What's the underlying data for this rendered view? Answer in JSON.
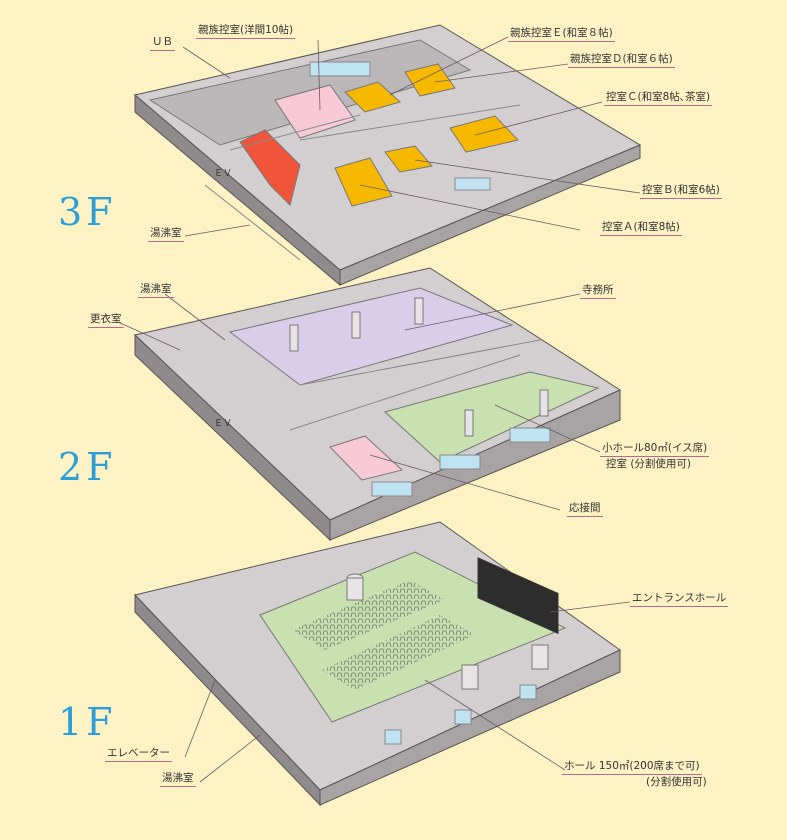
{
  "floors": {
    "f3": {
      "name": "3F",
      "labels": {
        "ub": "ＵＢ",
        "family_western": "親族控室(洋間10帖)",
        "family_e": "親族控室Ｅ(和室８帖)",
        "family_d": "親族控室Ｄ(和室６帖)",
        "room_c": "控室Ｃ(和室8帖､茶室)",
        "room_b": "控室Ｂ(和室6帖)",
        "room_a": "控室Ａ(和室8帖)",
        "kitchenette": "湯沸室",
        "ev": "ＥＶ"
      }
    },
    "f2": {
      "name": "2F",
      "labels": {
        "kitchenette": "湯沸室",
        "changing": "更衣室",
        "office": "寺務所",
        "small_hall": "小ホール80㎡(イス席)",
        "small_hall_note": "控室 (分割使用可)",
        "reception": "応接間",
        "ev": "ＥＶ"
      }
    },
    "f1": {
      "name": "1F",
      "labels": {
        "entrance": "エントランスホール",
        "elevator": "エレベーター",
        "kitchenette": "湯沸室",
        "hall": "ホール 150㎡(200席まで可)",
        "hall_note": "(分割使用可)"
      }
    }
  },
  "colors": {
    "background": "#fdf2c4",
    "floor_label": "#2b9fd8",
    "wall": "#c9c4c6",
    "japanese_room": "#f7b900",
    "western_room": "#f8c9d6",
    "stair_red": "#f0553a",
    "office": "#d9cdea",
    "hall": "#c9e0b0",
    "window": "#bfe3f2"
  }
}
